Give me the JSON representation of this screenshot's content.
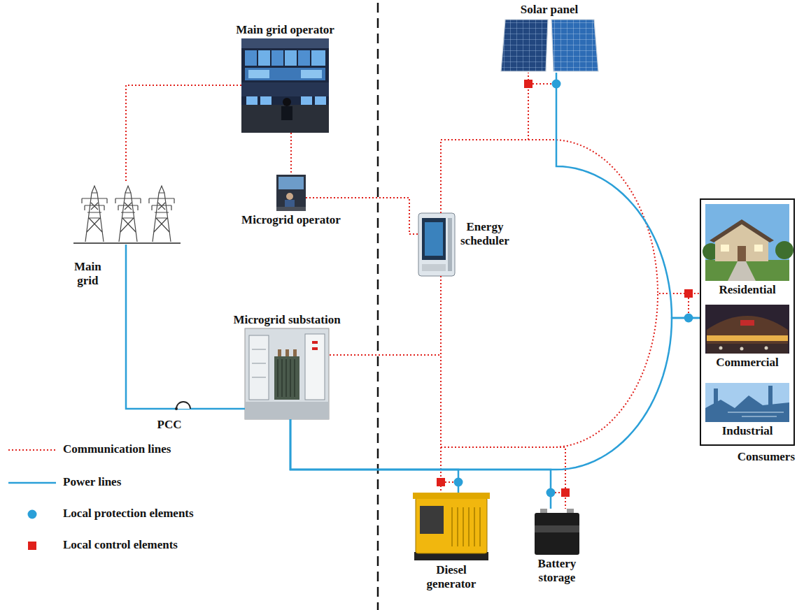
{
  "diagram": {
    "nodes": [
      {
        "text": [
          "Main grid operator"
        ]
      },
      {
        "text": [
          "Solar panel"
        ]
      },
      {
        "text": [
          "Microgrid operator"
        ]
      },
      {
        "text": [
          "Main grid"
        ]
      },
      {
        "text": [
          "Energy scheduler"
        ]
      },
      {
        "text": [
          "Consumers"
        ]
      },
      {
        "text": [
          "Residential"
        ],
        "in": 5
      },
      {
        "text": [
          "Commercial"
        ],
        "in": 5
      },
      {
        "text": [
          "Industrial"
        ],
        "in": 5
      },
      {
        "text": [
          "Microgrid substation"
        ]
      },
      {
        "text": [
          "Diesel generator"
        ]
      },
      {
        "text": [
          "Battery storage"
        ]
      }
    ],
    "edges": [
      {
        "from": 0,
        "to": 3,
        "arrow": "none"
      },
      {
        "from": 0,
        "to": 2,
        "arrow": "none"
      },
      {
        "from": 2,
        "to": 4,
        "arrow": "none"
      },
      {
        "from": 4,
        "to": 1,
        "arrow": "none"
      },
      {
        "from": 4,
        "to": 5,
        "arrow": "none"
      },
      {
        "from": 4,
        "to": 9,
        "arrow": "none"
      },
      {
        "from": 4,
        "to": 10,
        "arrow": "none"
      },
      {
        "from": 4,
        "to": 11,
        "arrow": "none"
      },
      {
        "from": 3,
        "to": 9,
        "label": "PCC",
        "arrow": "none"
      },
      {
        "from": 9,
        "to": 10,
        "arrow": "none"
      },
      {
        "from": 9,
        "to": 11,
        "arrow": "none"
      },
      {
        "from": 9,
        "to": 5,
        "arrow": "none"
      },
      {
        "from": 1,
        "to": 5,
        "arrow": "none"
      }
    ],
    "legend": [
      {
        "text": "Communication lines"
      },
      {
        "text": "Power lines"
      },
      {
        "text": "Local protection elements",
        "color": "#2a9fd8"
      },
      {
        "text": "Local control elements",
        "color": "#e0201b"
      }
    ]
  }
}
